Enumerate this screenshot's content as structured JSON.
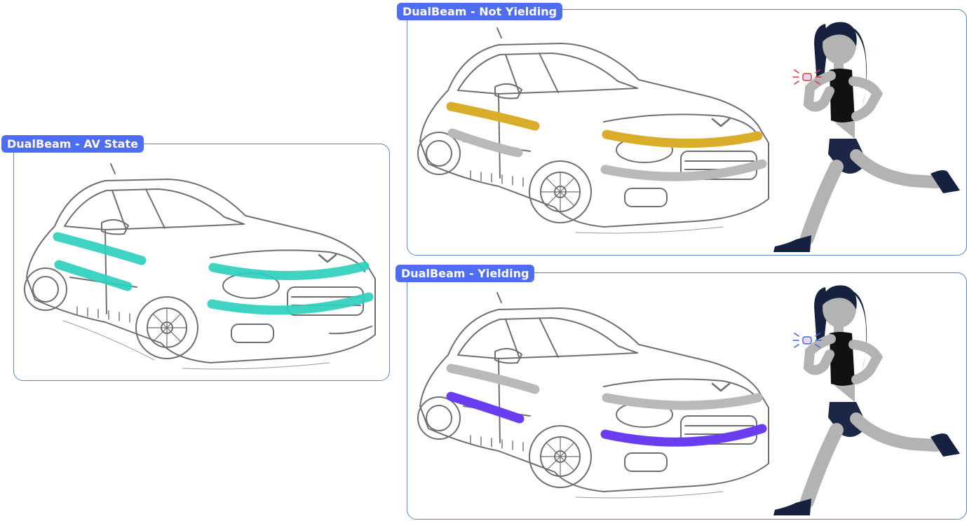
{
  "panels": {
    "av_state": {
      "label": "DualBeam - AV State"
    },
    "not_yielding": {
      "label": "DualBeam - Not Yielding"
    },
    "yielding": {
      "label": "DualBeam - Yielding"
    }
  },
  "colors": {
    "panel_border": "#5b86c9",
    "tag_bg": "#4f6df0",
    "tag_text": "#ffffff",
    "beam_av": "#2fcfbf",
    "beam_not_yielding": "#d9ad2a",
    "beam_yielding": "#6a3df0",
    "beam_idle": "#b9b9b9",
    "watch_alert_not_yielding": "#e03a3a",
    "watch_alert_yielding": "#3a6ae0",
    "runner_top": "#111111",
    "runner_shorts": "#1c2748",
    "runner_skin": "#b3b3b3",
    "runner_hair": "#16213f"
  },
  "icons": {
    "car": "car-sketch-icon",
    "runner": "runner-pedestrian-icon",
    "watch": "smartwatch-vibration-icon"
  }
}
